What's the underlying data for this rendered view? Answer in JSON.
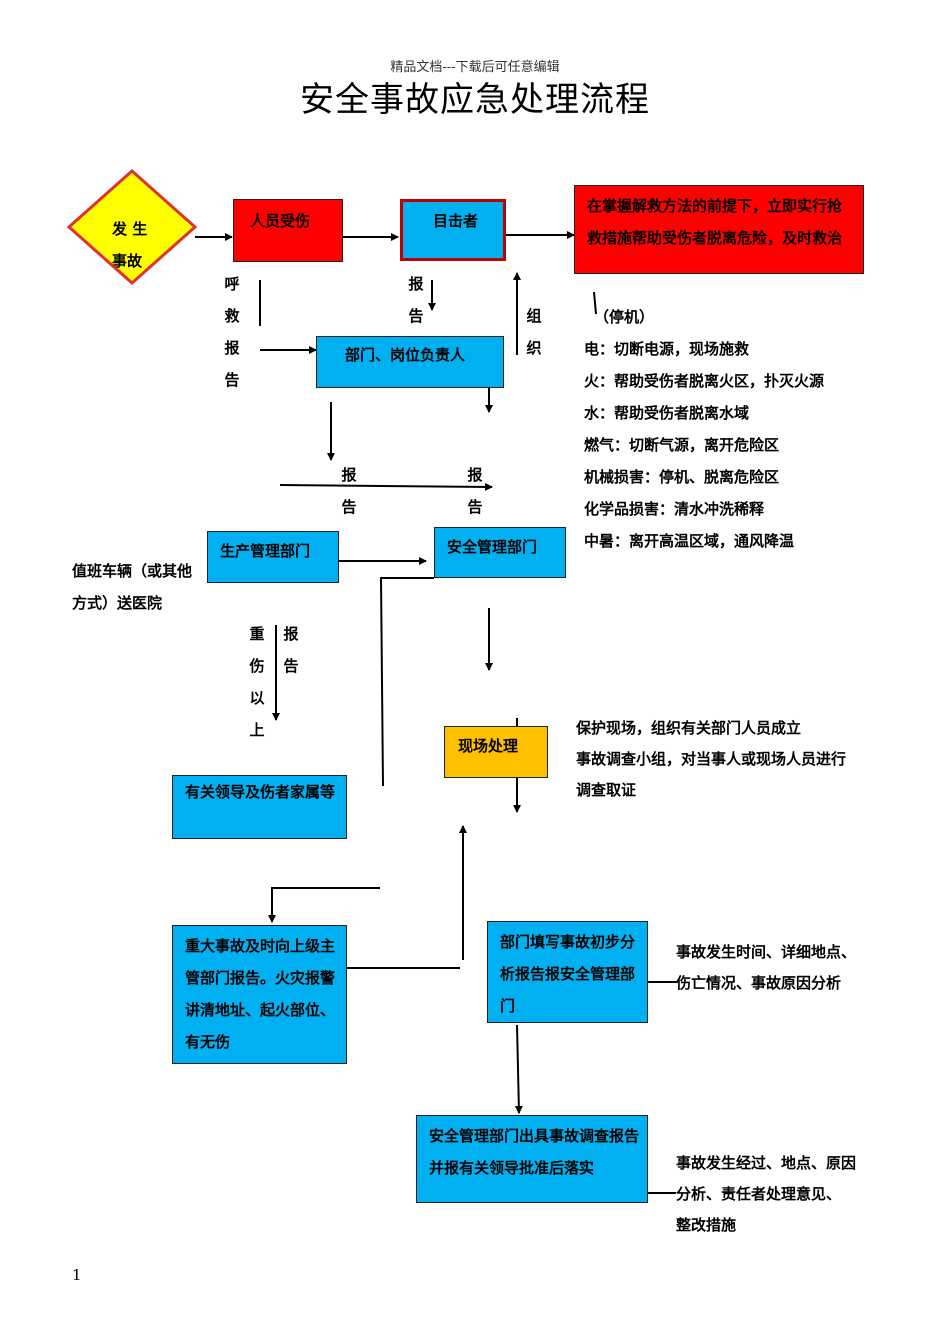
{
  "header": "精品文档---下载后可任意编辑",
  "title": "安全事故应急处理流程",
  "page_number": "1",
  "colors": {
    "blue": "#00b0f0",
    "red": "#ff0000",
    "yellow": "#ffff00",
    "orange": "#ffc000"
  },
  "nodes": {
    "occur_line1": "发 生",
    "occur_line2": "事故",
    "injured": "人员受伤",
    "witness": "目击者",
    "rescue": "在掌握解救方法的前提下，立即实行抢救措施帮助受伤者脱离危险，及时救治",
    "dept_head": "部门、岗位负责人",
    "production": "生产管理部门",
    "safety": "安全管理部门",
    "onsite": "现场处理",
    "leaders": "有关领导及伤者家属等",
    "major": "重大事故及时向上级主管部门报告。火灾报警讲清地址、起火部位、有无伤",
    "prelim": "部门填写事故初步分析报告报安全管理部门",
    "final": "安全管理部门出具事故调查报告并报有关领导批准后落实"
  },
  "labels": {
    "call_report": "呼救报告",
    "report_a": "报告",
    "organize": "组织",
    "report_b": "报告",
    "report_c": "报告",
    "serious": "重伤以上",
    "report_d": "报告",
    "shuttle": "值班车辆（或其他方式）送医院"
  },
  "measures": [
    "（停机）",
    "电：切断电源，现场施救",
    "火：帮助受伤者脱离火区，扑灭火源",
    "水：帮助受伤者脱离水域",
    "燃气：切断气源，离开危险区",
    "机械损害：停机、脱离危险区",
    "化学品损害：清水冲洗稀释",
    "中暑：离开高温区域，通风降温"
  ],
  "notes": {
    "onsite": "保护现场，组织有关部门人员成立\n事故调查小组，对当事人或现场人员进行\n调查取证",
    "prelim": "事故发生时间、详细地点、\n伤亡情况、事故原因分析",
    "final": "事故发生经过、地点、原因\n分析、责任者处理意见、\n整改措施"
  }
}
